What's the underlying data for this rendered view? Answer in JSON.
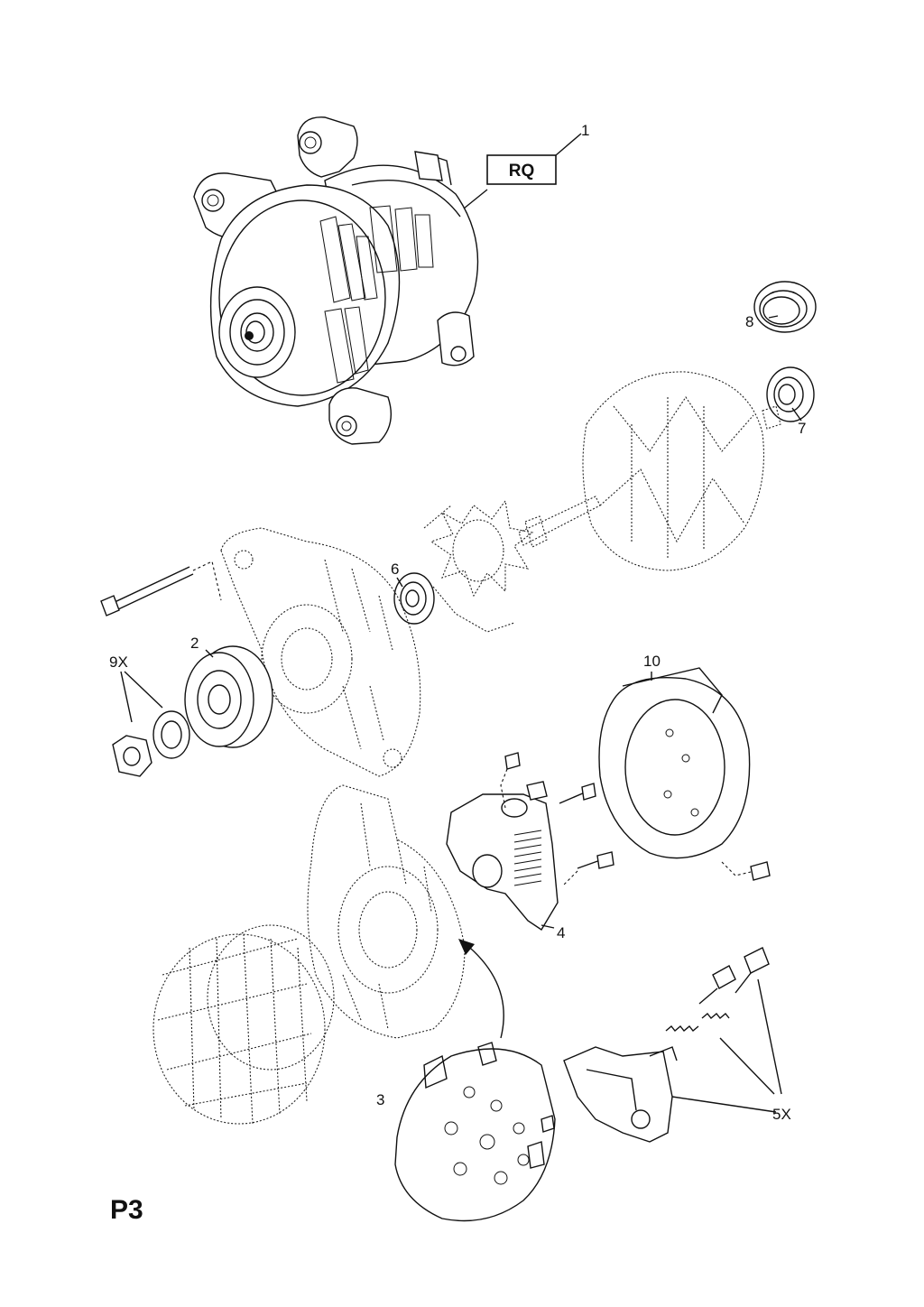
{
  "page_id": "P3",
  "badge": "RQ",
  "callouts": {
    "c1": "1",
    "c2": "2",
    "c3": "3",
    "c4": "4",
    "c5x": "5X",
    "c6": "6",
    "c7": "7",
    "c8": "8",
    "c9x": "9X",
    "c10": "10"
  }
}
